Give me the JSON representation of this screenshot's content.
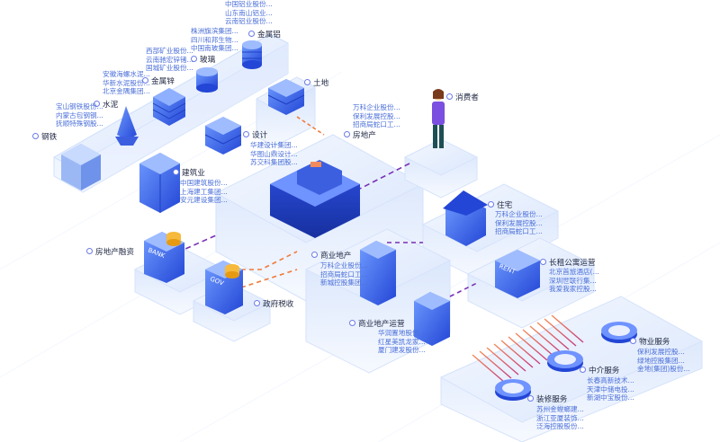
{
  "nodes": {
    "aluminum": {
      "title": "金属铝",
      "entries": [
        "中国铝业股份...",
        "山东南山铝业...",
        "云南铝业股份..."
      ]
    },
    "glass": {
      "title": "玻璃",
      "entries": [
        "株洲旗滨集团...",
        "四川和邦生物...",
        "中国南玻集团..."
      ]
    },
    "zinc": {
      "title": "金属锌",
      "entries": [
        "西部矿业股份...",
        "云南驰宏锌锗...",
        "国城矿业股份..."
      ]
    },
    "cement": {
      "title": "水泥",
      "entries": [
        "安徽海螺水泥...",
        "华新水泥股份...",
        "北京金隅集团..."
      ]
    },
    "steel": {
      "title": "钢铁",
      "entries": [
        "宝山钢铁股份...",
        "内蒙古包钢钢...",
        "抚顺特殊钢股..."
      ]
    },
    "land": {
      "title": "土地",
      "entries": []
    },
    "consumer": {
      "title": "消费者",
      "entries": []
    },
    "realestate": {
      "title": "房地产",
      "entries": [
        "万科企业股份...",
        "保利发展控股...",
        "招商局蛇口工..."
      ]
    },
    "design": {
      "title": "设计",
      "entries": [
        "华建设计集团...",
        "华图山鼎设计...",
        "苏交科集团股..."
      ]
    },
    "construction": {
      "title": "建筑业",
      "entries": [
        "中国建筑股份...",
        "上海建工集团...",
        "安元建设集团..."
      ]
    },
    "finance": {
      "title": "房地产融资",
      "entries": []
    },
    "housing": {
      "title": "住宅",
      "entries": [
        "万科企业股份...",
        "保利发展控股...",
        "招商局蛇口工..."
      ]
    },
    "commercial": {
      "title": "商业地产",
      "entries": [
        "万科企业股份...",
        "招商局蛇口工...",
        "新城控股集团..."
      ]
    },
    "rental": {
      "title": "长租公寓运营",
      "entries": [
        "北京首旅酒店(...",
        "深圳世联行集...",
        "我爱我家控股..."
      ]
    },
    "tax": {
      "title": "政府税收",
      "entries": []
    },
    "commops": {
      "title": "商业地产运营",
      "entries": [
        "华润置地股份...",
        "红星美凯龙家...",
        "厦门建发股份..."
      ]
    },
    "property": {
      "title": "物业服务",
      "entries": [
        "保利发展控股...",
        "绿地控股集团...",
        "金地(集团)股份..."
      ]
    },
    "agency": {
      "title": "中介服务",
      "entries": [
        "长春高新技术...",
        "天津中储电投...",
        "新湖中宝股份..."
      ]
    },
    "decoration": {
      "title": "装修服务",
      "entries": [
        "苏州金螳螂建...",
        "浙江亚厦装饰...",
        "泛海控股股份..."
      ]
    }
  },
  "signs": {
    "bank": "BANK",
    "gov": "GOV",
    "rent": "RENT"
  },
  "colors": {
    "accent": "#2f5bea",
    "dark": "#1f3fc4",
    "label": "#4b6fd8",
    "connector_purple": "#7a2fb5",
    "connector_orange": "#f07a3a",
    "platform": "#e4eefd"
  }
}
